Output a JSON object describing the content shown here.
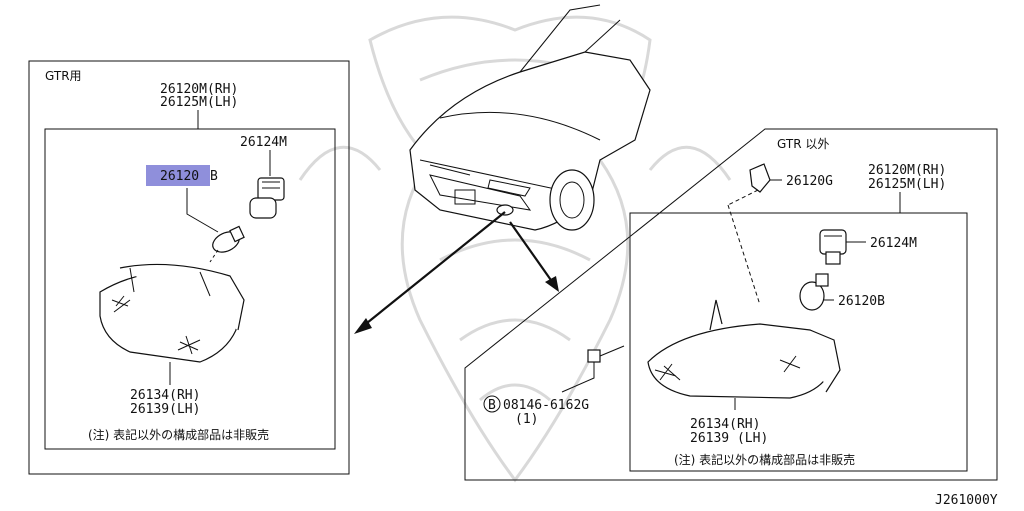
{
  "left_box": {
    "title": "GTR用",
    "assembly_rh": "26120M(RH)",
    "assembly_lh": "26125M(LH)",
    "socket": "26124M",
    "bulb_highlight": "26120",
    "bulb_suffix": "B",
    "lens_rh": "26134(RH)",
    "lens_lh": "26139(LH)",
    "note": "(注) 表記以外の構成部品は非販売"
  },
  "right_box": {
    "title": "GTR 以外",
    "clip": "26120G",
    "assembly_rh": "26120M(RH)",
    "assembly_lh": "26125M(LH)",
    "socket": "26124M",
    "bulb": "26120B",
    "bolt_marker": "B",
    "bolt": "08146-6162G",
    "bolt_qty": "(1)",
    "lens_rh": "26134(RH)",
    "lens_lh": "26139 (LH)",
    "note": "(注) 表記以外の構成部品は非販売"
  },
  "footer_code": "J261000Y",
  "colors": {
    "highlight": "#8f8fdb",
    "ink": "#111111",
    "watermark": "#d9d9d9"
  }
}
